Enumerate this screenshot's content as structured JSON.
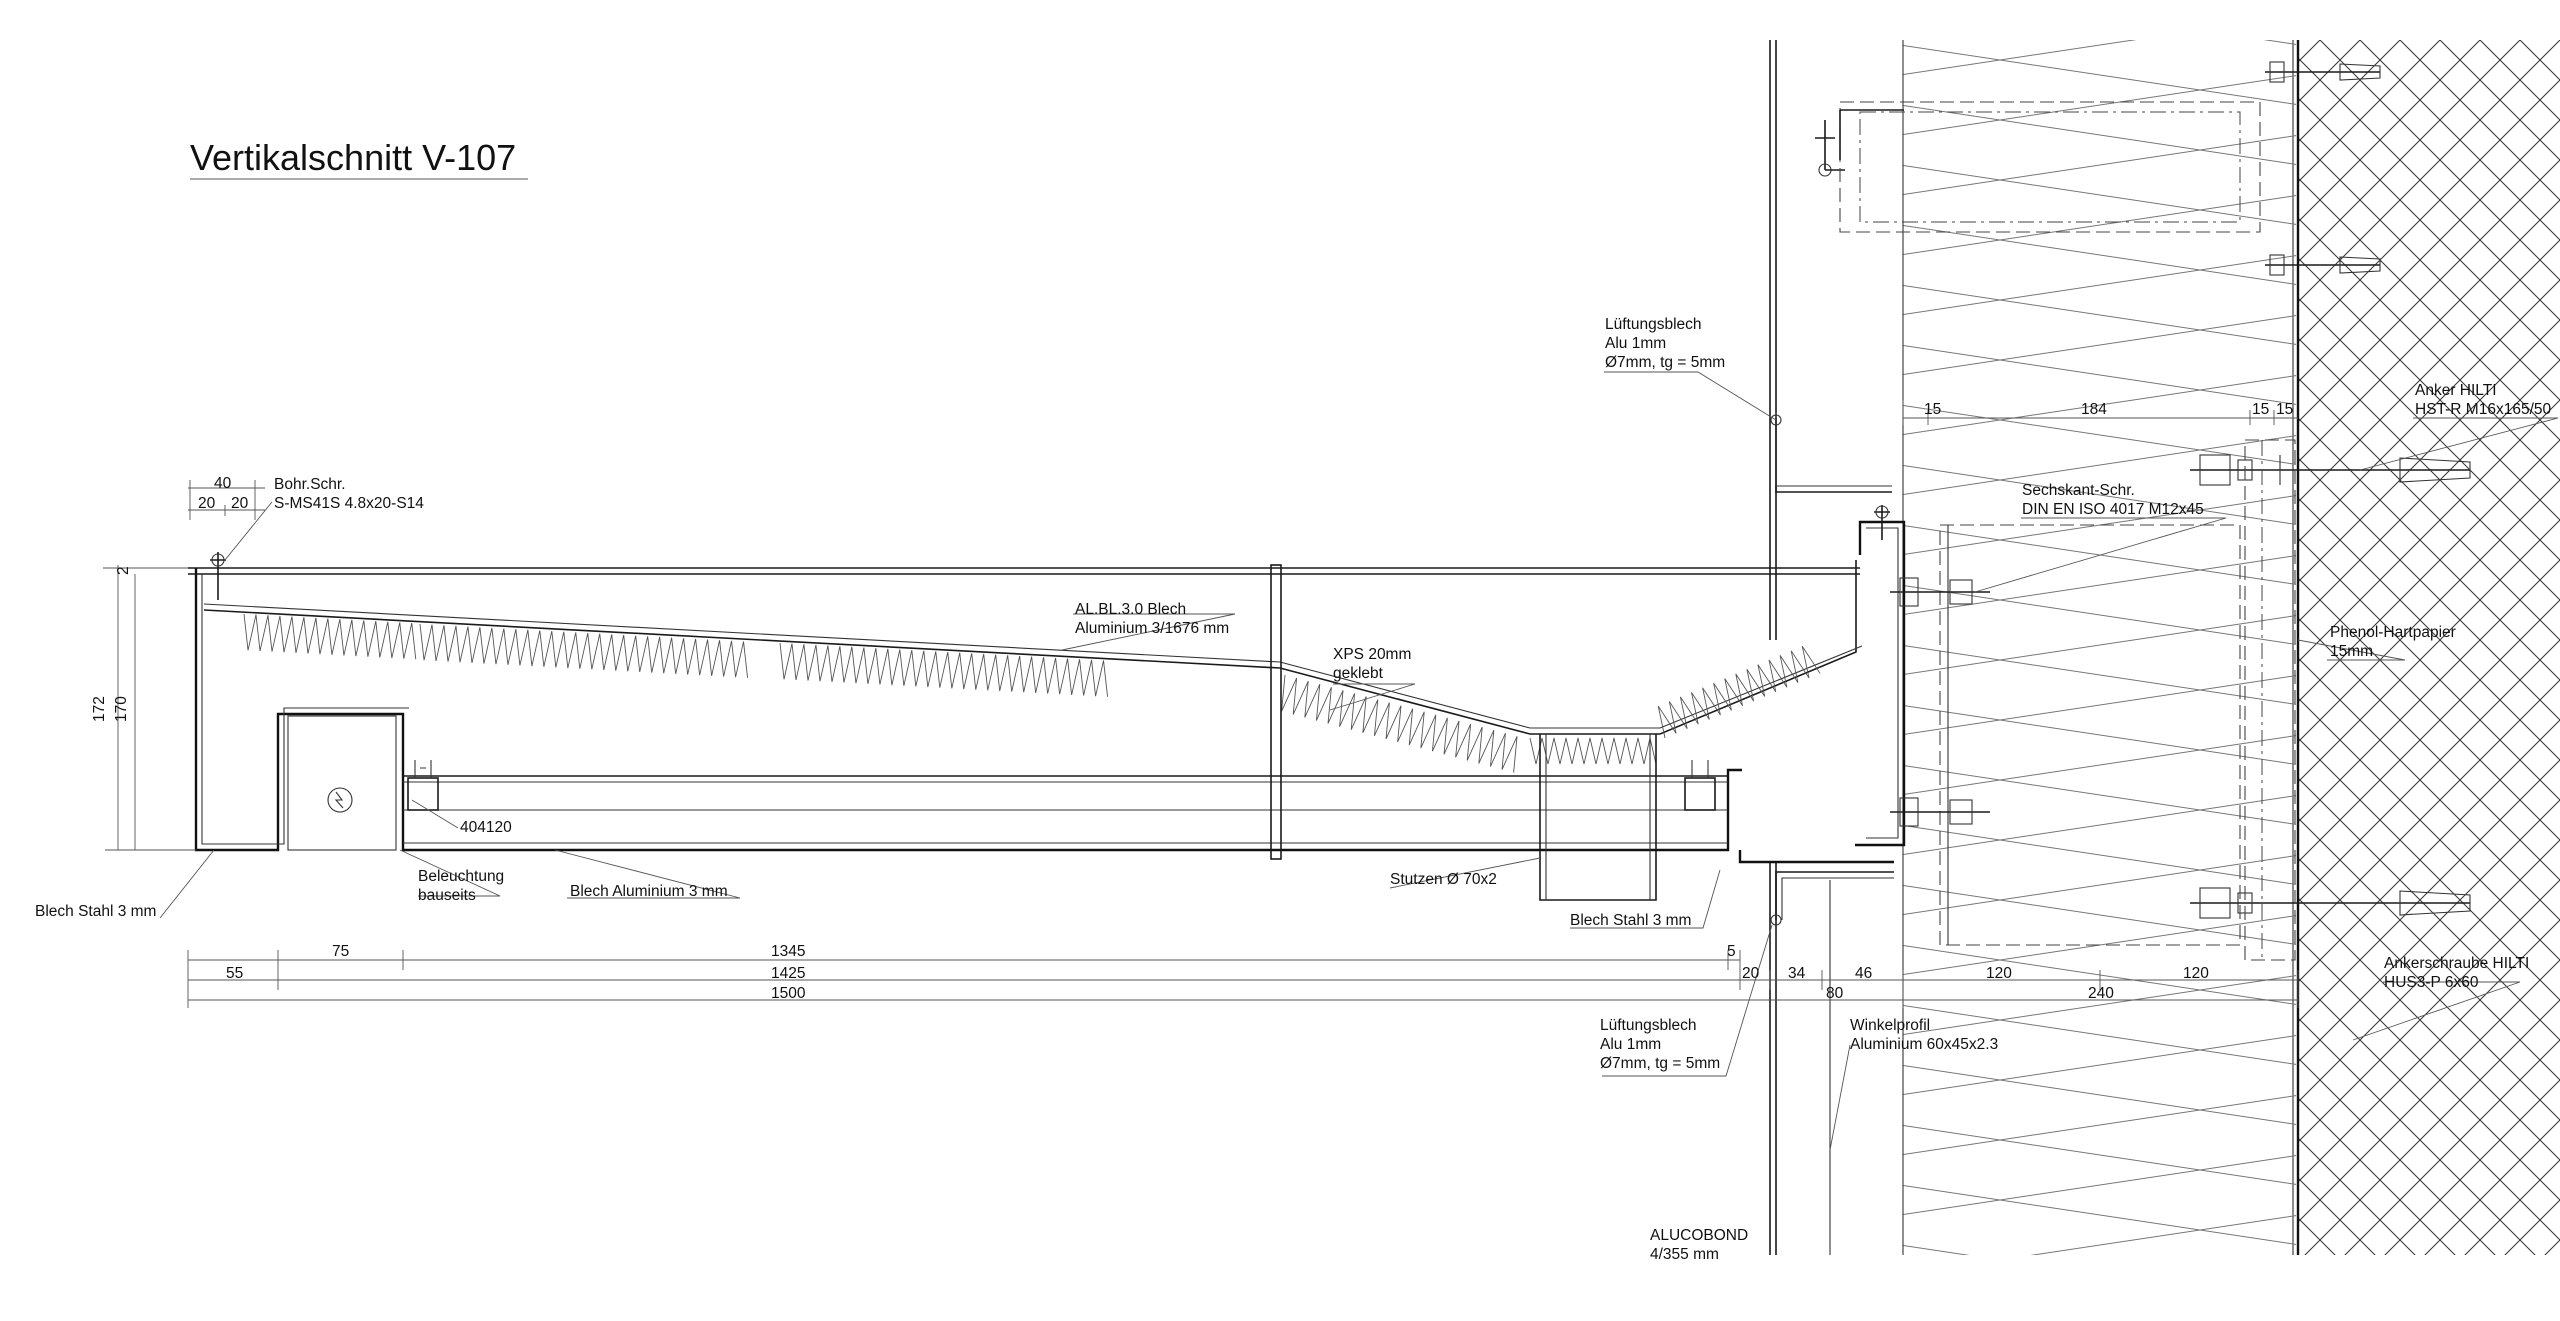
{
  "title": "Vertikalschnitt V-107",
  "labels": {
    "bohr_1": "Bohr.Schr.",
    "bohr_2": "S-MS41S 4.8x20-S14",
    "albl_1": "AL.BL.3.0 Blech",
    "albl_2": "Aluminium 3/1676 mm",
    "xps_1": "XPS 20mm",
    "xps_2": "geklebt",
    "lueft_top_1": "Lüftungsblech",
    "lueft_top_2": "Alu 1mm",
    "lueft_top_3": "Ø7mm, tg = 5mm",
    "anker_1": "Anker HILTI",
    "anker_2": "HST-R M16x165/50",
    "sechs_1": "Sechskant-Schr.",
    "sechs_2": "DIN EN ISO 4017 M12x45",
    "phenol_1": "Phenol-Hartpapier",
    "phenol_2": "15mm",
    "code_404120": "404120",
    "beleucht_1": "Beleuchtung",
    "beleucht_2": "bauseits",
    "blech_stahl_left": "Blech Stahl 3 mm",
    "blech_alu": "Blech Aluminium 3 mm",
    "stutzen": "Stutzen Ø 70x2",
    "blech_stahl_right": "Blech Stahl 3 mm",
    "lueft_bot_1": "Lüftungsblech",
    "lueft_bot_2": "Alu 1mm",
    "lueft_bot_3": "Ø7mm, tg = 5mm",
    "winkel_1": "Winkelprofil",
    "winkel_2": "Aluminium 60x45x2.3",
    "ankerschr_1": "Ankerschraube HILTI",
    "ankerschr_2": "HUS3-P 6x60",
    "alucobond_1": "ALUCOBOND",
    "alucobond_2": "4/355 mm"
  },
  "dims": {
    "d40": "40",
    "d20a": "20",
    "d20b": "20",
    "d2": "2",
    "d172": "172",
    "d170": "170",
    "d15a": "15",
    "d184": "184",
    "d15b": "15",
    "d15c": "15",
    "d1345": "1345",
    "d5": "5",
    "d55": "55",
    "d75": "75",
    "d1425": "1425",
    "d20c": "20",
    "d34": "34",
    "d46": "46",
    "d120a": "120",
    "d120b": "120",
    "d1500": "1500",
    "d80": "80",
    "d240": "240"
  }
}
